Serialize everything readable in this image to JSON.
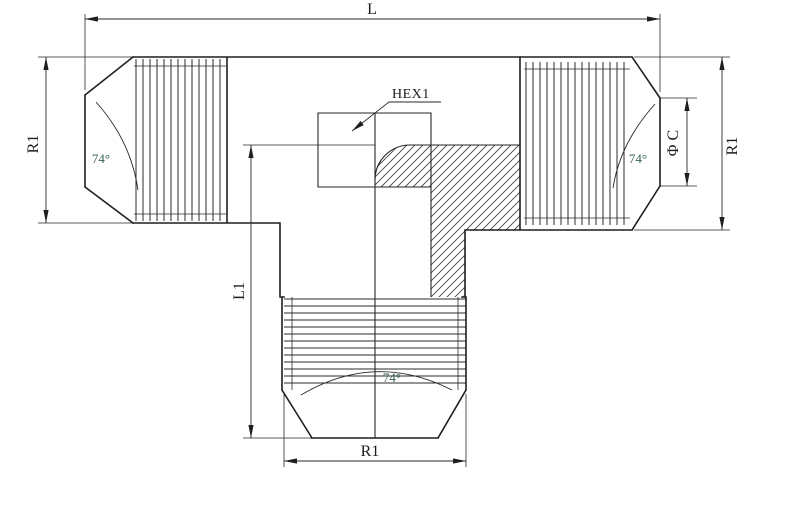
{
  "colors": {
    "background": "#ffffff",
    "line": "#1f1f1f",
    "dimension_line": "#2a2a2a",
    "angle_text": "#35634a",
    "hatch": "#3a3a3a"
  },
  "labels": {
    "length_overall": "L",
    "radius_left": "R1",
    "radius_right": "R1",
    "radius_branch": "R1",
    "diameter_c": "Φ C",
    "length_branch": "L1",
    "hex": "HEX1",
    "angle_left": "74°",
    "angle_right": "74°",
    "angle_branch": "74°"
  }
}
